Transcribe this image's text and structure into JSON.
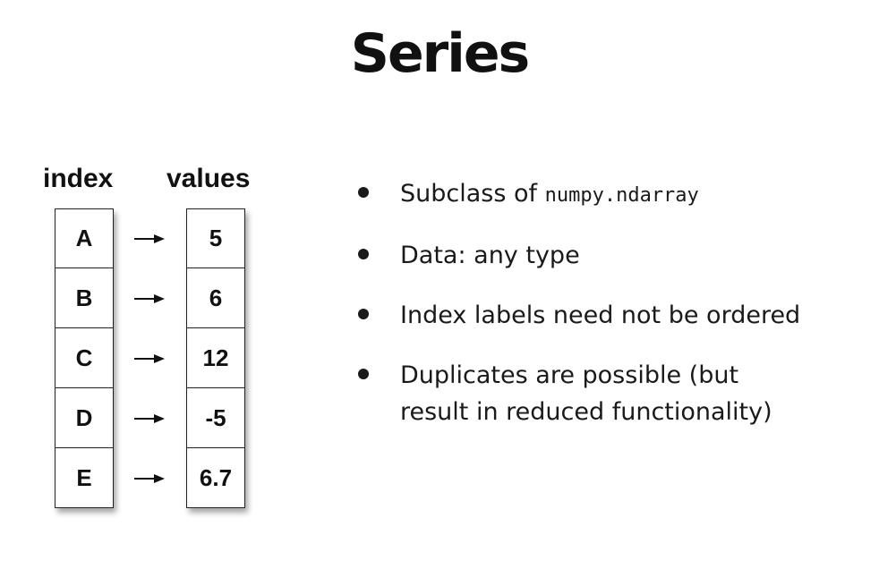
{
  "title": "Series",
  "diagram": {
    "index_header": "index",
    "values_header": "values",
    "rows": [
      {
        "index": "A",
        "value": "5"
      },
      {
        "index": "B",
        "value": "6"
      },
      {
        "index": "C",
        "value": "12"
      },
      {
        "index": "D",
        "value": "-5"
      },
      {
        "index": "E",
        "value": "6.7"
      }
    ]
  },
  "bullets": [
    {
      "text": "Subclass of ",
      "code": "numpy.ndarray"
    },
    {
      "text": "Data: any type",
      "code": ""
    },
    {
      "text": "Index labels need not be ordered",
      "code": ""
    },
    {
      "text": "Duplicates are possible (but result in reduced functionality)",
      "code": ""
    }
  ]
}
